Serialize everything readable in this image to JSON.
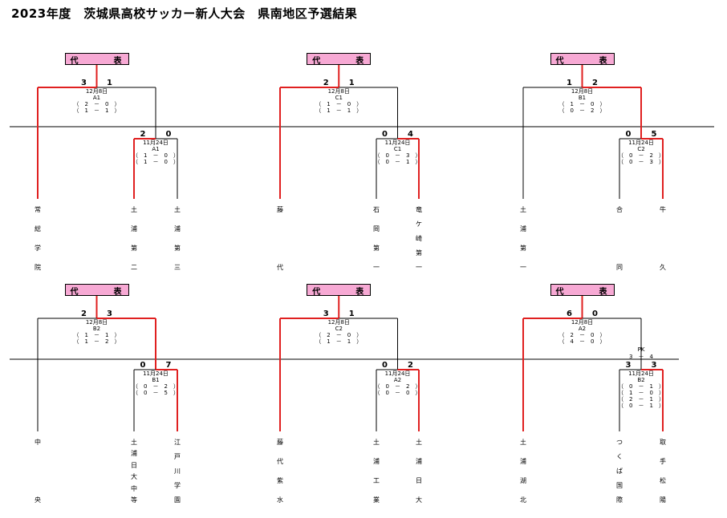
{
  "title": "2023年度　茨城県高校サッカー新人大会　県南地区予選結果",
  "badge": {
    "char1": "代",
    "char2": "表"
  },
  "brackets": [
    {
      "final": {
        "scores": [
          "3",
          "1"
        ],
        "date": "12月8日",
        "venue": "A1",
        "halves": [
          "（　2　－　0　）",
          "（　1　－　1　）"
        ]
      },
      "first": {
        "scores": [
          "2",
          "0"
        ],
        "date": "11月24日",
        "venue": "A1",
        "halves": [
          "（　1　－　0　）",
          "（　1　－　0　）"
        ]
      },
      "teams": [
        [
          "常",
          "総",
          "学",
          "院"
        ],
        [
          "土",
          "浦",
          "第",
          "二"
        ],
        [
          "土",
          "浦",
          "第",
          "三"
        ]
      ]
    },
    {
      "final": {
        "scores": [
          "2",
          "1"
        ],
        "date": "12月8日",
        "venue": "C1",
        "halves": [
          "（　1　－　0　）",
          "（　1　－　1　）"
        ]
      },
      "first": {
        "scores": [
          "0",
          "4"
        ],
        "date": "11月24日",
        "venue": "C1",
        "halves": [
          "（　0　－　3　）",
          "（　0　－　1　）"
        ]
      },
      "teams": [
        [
          "藤",
          "",
          "",
          "代"
        ],
        [
          "石",
          "岡",
          "第",
          "一"
        ],
        [
          "竜",
          "ケ",
          "崎",
          "第",
          "一"
        ]
      ]
    },
    {
      "final": {
        "scores": [
          "1",
          "2"
        ],
        "date": "12月8日",
        "venue": "B1",
        "halves": [
          "（　1　－　0　）",
          "（　0　－　2　）"
        ]
      },
      "first": {
        "scores": [
          "0",
          "5"
        ],
        "date": "11月24日",
        "venue": "C2",
        "halves": [
          "（　0　－　2　）",
          "（　0　－　3　）"
        ]
      },
      "teams": [
        [
          "土",
          "浦",
          "第",
          "一"
        ],
        [
          "合",
          "",
          "",
          "同"
        ],
        [
          "牛",
          "",
          "",
          "久"
        ]
      ]
    },
    {
      "final": {
        "scores": [
          "2",
          "3"
        ],
        "date": "12月8日",
        "venue": "B2",
        "halves": [
          "（　1　－　1　）",
          "（　1　－　2　）"
        ]
      },
      "first": {
        "scores": [
          "0",
          "7"
        ],
        "date": "11月24日",
        "venue": "B1",
        "halves": [
          "（　0　－　2　）",
          "（　0　－　5　）"
        ]
      },
      "teams": [
        [
          "中",
          "",
          "",
          "央"
        ],
        [
          "土",
          "浦",
          "日",
          "大",
          "中",
          "等"
        ],
        [
          "江",
          "戸",
          "川",
          "学",
          "園"
        ]
      ]
    },
    {
      "final": {
        "scores": [
          "3",
          "1"
        ],
        "date": "12月8日",
        "venue": "C2",
        "halves": [
          "（　2　－　0　）",
          "（　1　－　1　）"
        ]
      },
      "first": {
        "scores": [
          "0",
          "2"
        ],
        "date": "11月24日",
        "venue": "A2",
        "halves": [
          "（　0　－　2　）",
          "（　0　－　0　）"
        ]
      },
      "teams": [
        [
          "藤",
          "代",
          "紫",
          "水"
        ],
        [
          "土",
          "浦",
          "工",
          "業"
        ],
        [
          "土",
          "浦",
          "日",
          "大"
        ]
      ]
    },
    {
      "final": {
        "scores": [
          "6",
          "0"
        ],
        "date": "12月8日",
        "venue": "A2",
        "halves": [
          "（　2　－　0　）",
          "（　4　－　0　）"
        ]
      },
      "pk": {
        "label": "PK",
        "score": "3　－　4"
      },
      "first": {
        "scores": [
          "3",
          "3"
        ],
        "date": "11月24日",
        "venue": "B2",
        "halves": [
          "（　0　－　1　）",
          "（　1　－　0　）",
          "（　2　－　1　）",
          "（　0　－　1　）"
        ]
      },
      "teams": [
        [
          "土",
          "浦",
          "湖",
          "北"
        ],
        [
          "つ",
          "く",
          "ば",
          "国",
          "際"
        ],
        [
          "取",
          "手",
          "松",
          "陽"
        ]
      ]
    }
  ]
}
